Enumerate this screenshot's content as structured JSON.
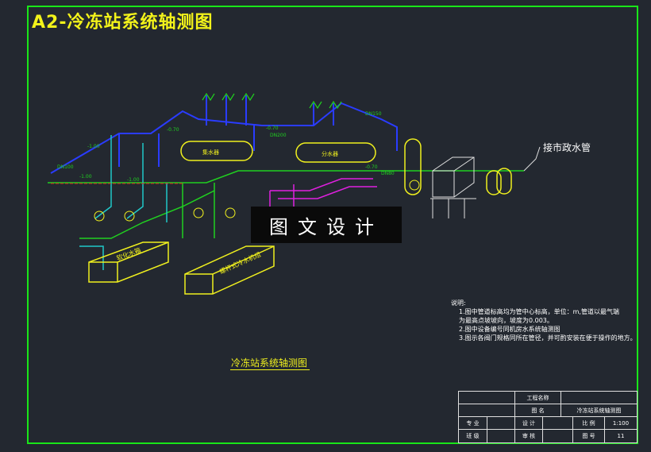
{
  "title": "A2-冷冻站系统轴测图",
  "watermark": "图文设计",
  "labels": {
    "outlet_pipe": "接市政水管",
    "left_tank": "集水器",
    "right_tank": "分水器",
    "pump_box_left": "软化水箱",
    "pump_box_right": "螺杆式冷水机组"
  },
  "elevations": [
    "-1.00",
    "-0.70",
    "-0.70",
    "-1.00",
    "-1.00",
    "-0.70",
    "DN200",
    "DN150",
    "DN100",
    "DN80"
  ],
  "notes": {
    "heading": "说明:",
    "lines": [
      "1.图中管道标高均为管中心标高，单位：m,管道以最气端",
      "为最高点坡坡向，坡度为0.003。",
      "2.图中设备编号同机房水系统轴测图",
      "3.图示各阀门规格同所在管径，并可酌安装在便于操作的地方。"
    ]
  },
  "drawing_name": "冷冻站系统轴测图",
  "title_block": {
    "project_label": "工程名称",
    "drawing_label": "图 名",
    "drawing_value": "冷冻站系统轴测图",
    "major_label": "专 业",
    "design_label": "设 计",
    "scale_label": "比 例",
    "scale_value": "1:100",
    "grade_label": "班 级",
    "review_label": "审 核",
    "sheet_label": "图 号",
    "sheet_value": "11"
  },
  "colors": {
    "frame": "#19e619",
    "title": "#f2f21a",
    "pipe_blue": "#2a3cff",
    "pipe_green": "#20d020",
    "pipe_cyan": "#20c8c8",
    "pipe_magenta": "#e020e0",
    "equipment": "#f0f01e",
    "background": "#232830"
  }
}
